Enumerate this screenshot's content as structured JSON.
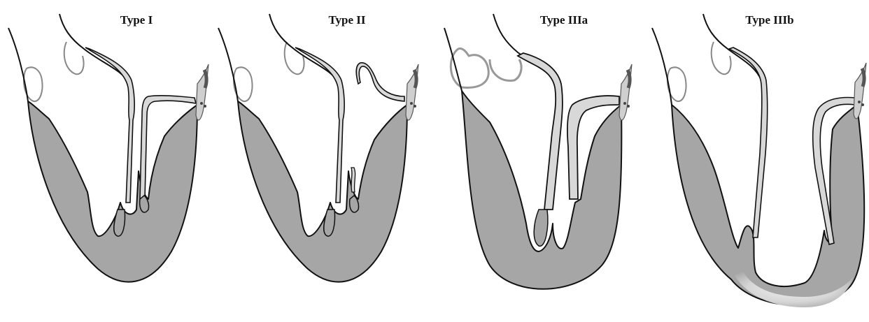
{
  "panels": [
    {
      "title": "Type I",
      "type": "normal-mitral-leaflet-motion"
    },
    {
      "title": "Type II",
      "type": "excessive-leaflet-motion"
    },
    {
      "title": "Type IIIa",
      "type": "restricted-motion-diastole"
    },
    {
      "title": "Type IIIb",
      "type": "restricted-motion-systole"
    }
  ],
  "colors": {
    "myocardium": "#a6a6a6",
    "outline": "#111111",
    "leaflet_fill": "#d8d8d8",
    "background": "#ffffff"
  }
}
